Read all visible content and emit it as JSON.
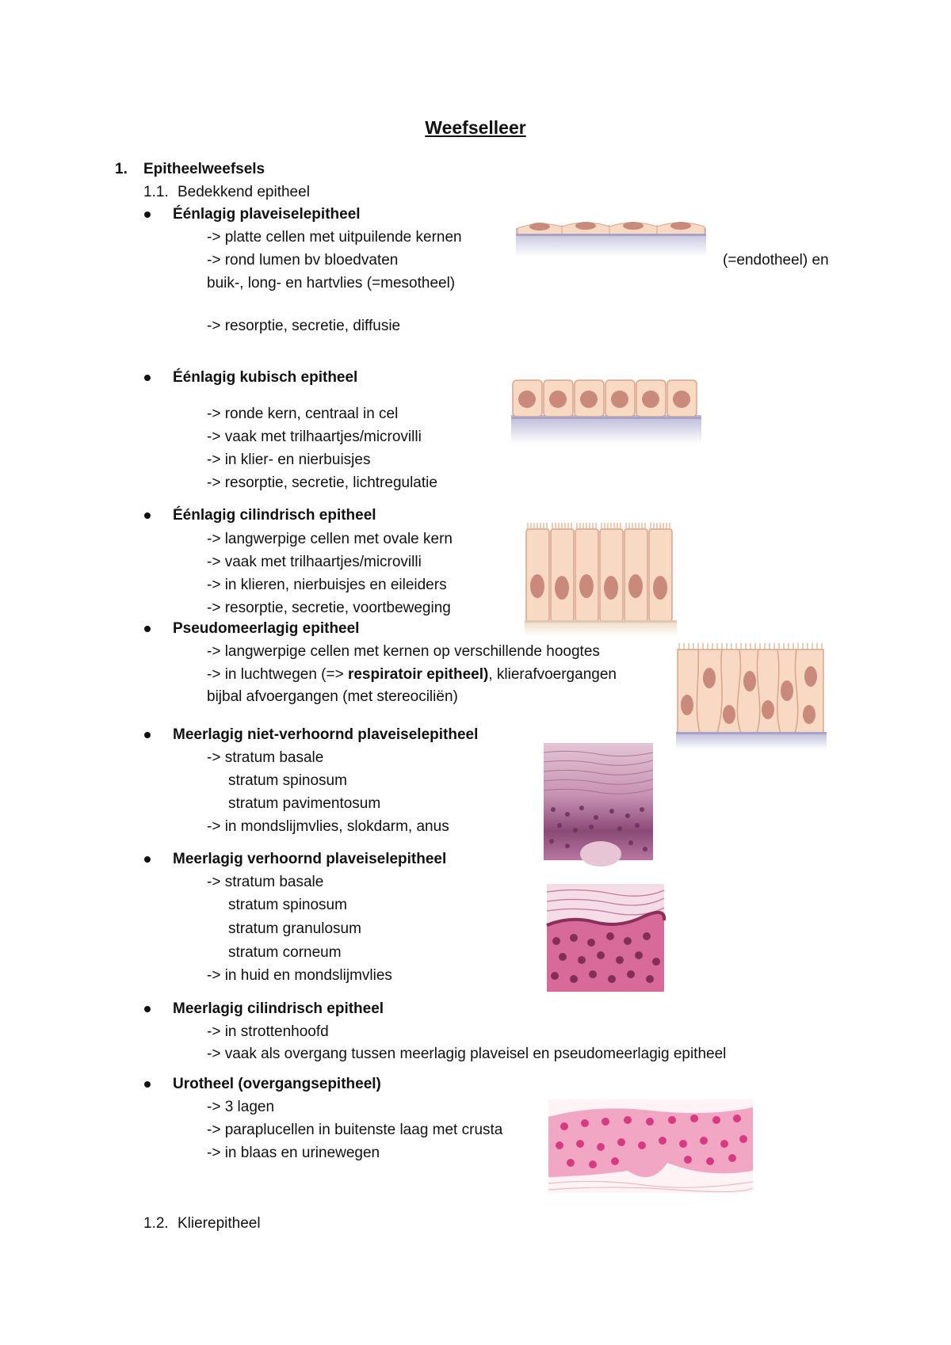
{
  "title": "Weefselleer",
  "section1": {
    "num": "1.",
    "label": "Epitheelweefsels"
  },
  "sub11": {
    "num": "1.1.",
    "label": "Bedekkend epitheel"
  },
  "sub12": {
    "num": "1.2.",
    "label": "Klierepitheel"
  },
  "items": [
    {
      "heading": "Éénlagig plaveiselepitheel",
      "lines": [
        "-> platte cellen met uitpuilende kernen",
        "-> rond lumen bv bloedvaten",
        "(=endotheel) en",
        "buik-, long- en hartvlies (=mesotheel)",
        "-> resorptie, secretie, diffusie"
      ]
    },
    {
      "heading": "Éénlagig kubisch epitheel",
      "lines": [
        "-> ronde kern, centraal in cel",
        "-> vaak met trilhaartjes/microvilli",
        "-> in klier- en nierbuisjes",
        "-> resorptie, secretie, lichtregulatie"
      ]
    },
    {
      "heading": "Éénlagig cilindrisch epitheel",
      "lines": [
        "-> langwerpige cellen met ovale kern",
        "-> vaak met trilhaartjes/microvilli",
        "-> in klieren, nierbuisjes en eileiders",
        "-> resorptie, secretie, voortbeweging"
      ]
    },
    {
      "heading": "Pseudomeerlagig epitheel",
      "lines": [
        "-> langwerpige cellen met kernen op verschillende hoogtes",
        "-> in luchtwegen (=> ",
        "respiratoir epitheel)",
        ", klierafvoergangen",
        "bijbal afvoergangen (met stereociliën)"
      ]
    },
    {
      "heading": "Meerlagig niet-verhoornd plaveiselepitheel",
      "lines": [
        "-> stratum basale",
        "stratum spinosum",
        "stratum pavimentosum",
        "-> in mondslijmvlies, slokdarm, anus"
      ]
    },
    {
      "heading": "Meerlagig verhoornd plaveiselepitheel",
      "lines": [
        "-> stratum basale",
        "stratum spinosum",
        "stratum granulosum",
        "stratum corneum",
        "-> in huid en mondslijmvlies"
      ]
    },
    {
      "heading": "Meerlagig cilindrisch epitheel",
      "lines": [
        "-> in strottenhoofd",
        "-> vaak als overgang tussen meerlagig plaveisel en pseudomeerlagig epitheel"
      ]
    },
    {
      "heading": "Urotheel (overgangsepitheel)",
      "lines": [
        "-> 3 lagen",
        "-> paraplucellen in buitenste laag met crusta",
        "-> in blaas en urinewegen"
      ]
    }
  ],
  "colors": {
    "cell_fill": "#f8d9c3",
    "nucleus": "#c98a7b",
    "basement": "#c9c6de",
    "stain_pink": "#d86a9a",
    "stain_purple": "#8a4a78"
  }
}
